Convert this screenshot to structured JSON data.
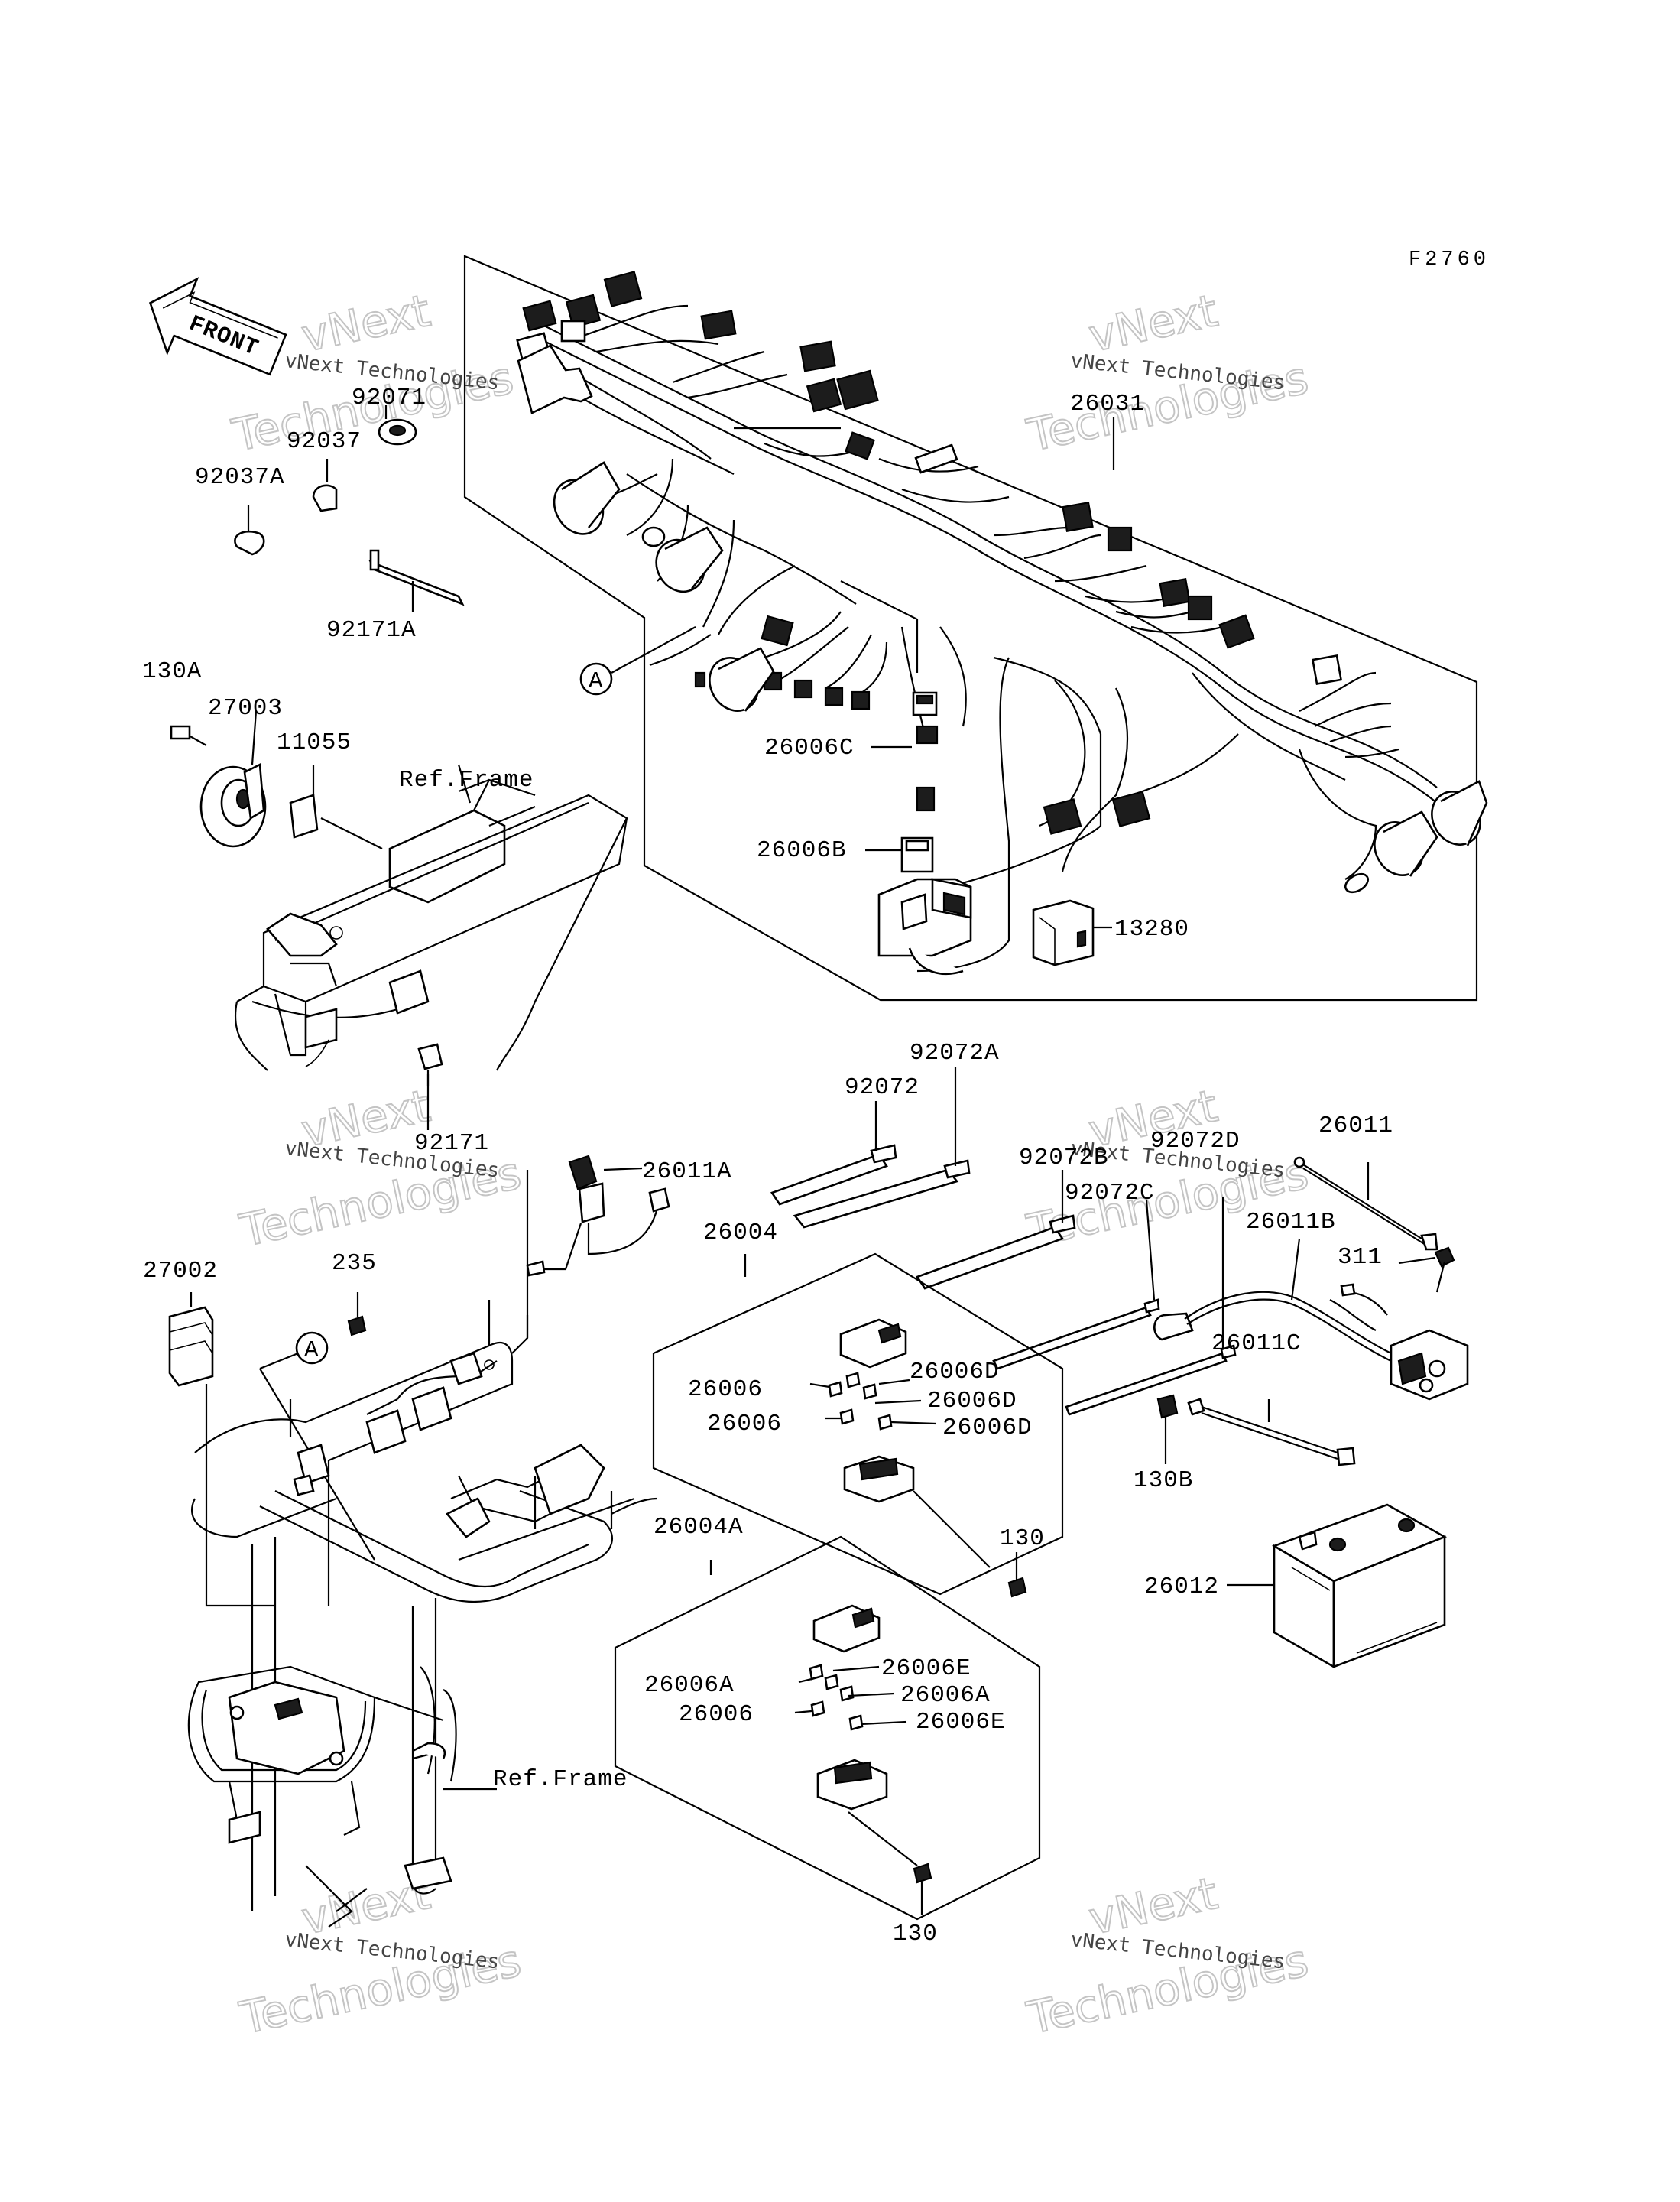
{
  "diagram": {
    "figure_code": "F2760",
    "front_arrow_label": "FRONT",
    "watermark": {
      "line1": "vNext",
      "line2": "vNext Technologies",
      "line3": "Technologies"
    },
    "callout": "A",
    "labels": {
      "l26031": "26031",
      "l92071": "92071",
      "l92037": "92037",
      "l92037A": "92037A",
      "l92171A": "92171A",
      "l130A": "130A",
      "l27003": "27003",
      "l11055": "11055",
      "lRefFrame1": "Ref.Frame",
      "l26006C": "26006C",
      "l26006B": "26006B",
      "l13280": "13280",
      "l92072": "92072",
      "l92072A": "92072A",
      "l92072B": "92072B",
      "l92072C": "92072C",
      "l92072D": "92072D",
      "l26011": "26011",
      "l92171": "92171",
      "l26011A": "26011A",
      "l26011B": "26011B",
      "l311": "311",
      "l27002": "27002",
      "l235": "235",
      "l26004": "26004",
      "l26006D1": "26006D",
      "l26006_1": "26006",
      "l26006D2": "26006D",
      "l26006_2": "26006",
      "l26006D3": "26006D",
      "l26011C": "26011C",
      "l130B": "130B",
      "l130_1": "130",
      "l26012": "26012",
      "l26004A": "26004A",
      "l26006E1": "26006E",
      "l26006A1": "26006A",
      "l26006A2": "26006A",
      "l26006_3": "26006",
      "l26006E2": "26006E",
      "lRefFrame2": "Ref.Frame",
      "l130_2": "130"
    }
  }
}
